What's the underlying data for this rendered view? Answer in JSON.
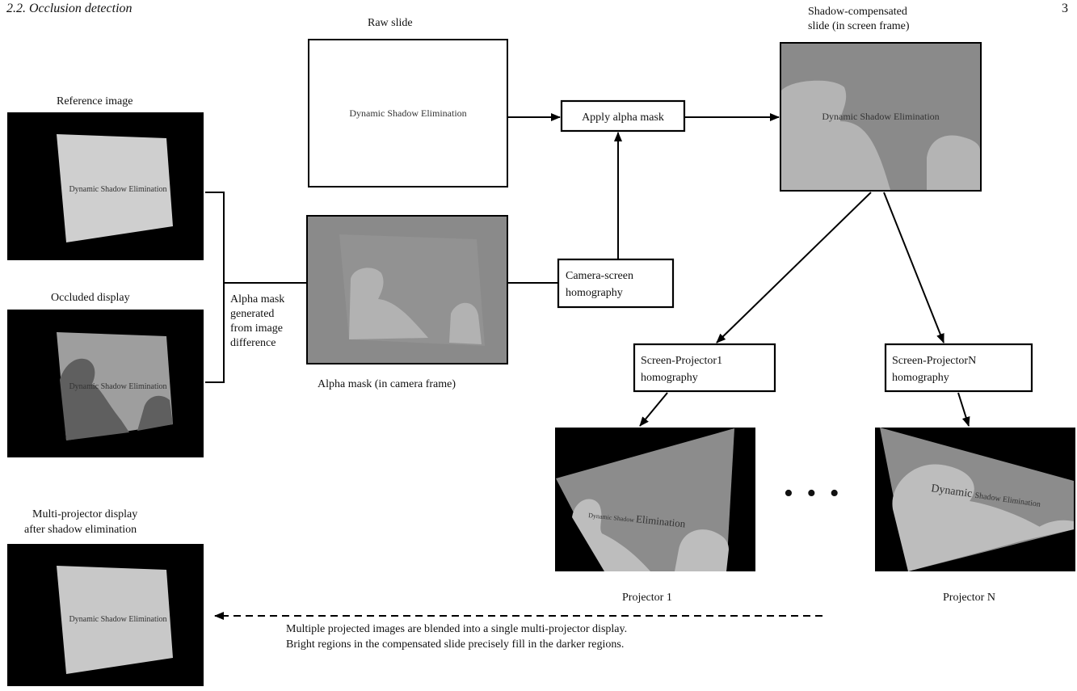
{
  "header": {
    "section_title": "2.2. Occlusion detection",
    "page_number": "3"
  },
  "labels": {
    "raw_slide": "Raw slide",
    "shadow_compensated_line1": "Shadow-compensated",
    "shadow_compensated_line2": "slide (in screen frame)",
    "reference_image": "Reference image",
    "occluded_display": "Occluded display",
    "alpha_mask_generated": [
      "Alpha mask",
      "generated",
      "from image",
      "difference"
    ],
    "alpha_mask_camera": "Alpha mask (in camera frame)",
    "multi_projector_line1": "Multi-projector display",
    "multi_projector_line2": "after shadow elimination",
    "projector_1": "Projector 1",
    "projector_n": "Projector N",
    "caption_line1": "Multiple projected images are blended into a single multi-projector display.",
    "caption_line2": "Bright regions in the compensated slide precisely fill in the darker regions."
  },
  "boxes": {
    "apply_alpha_mask": "Apply alpha mask",
    "camera_screen": [
      "Camera-screen",
      "homography"
    ],
    "screen_projector1": [
      "Screen-Projector1",
      "homography"
    ],
    "screen_projectorN": [
      "Screen-ProjectorN",
      "homography"
    ]
  },
  "slide_text": "Dynamic Shadow Elimination",
  "projector1_text": [
    "Dynamic Shadow ",
    "Elimination"
  ],
  "projectorN_text": [
    "Dynamic ",
    "Shadow Elimination"
  ],
  "ellipsis": "• • •"
}
